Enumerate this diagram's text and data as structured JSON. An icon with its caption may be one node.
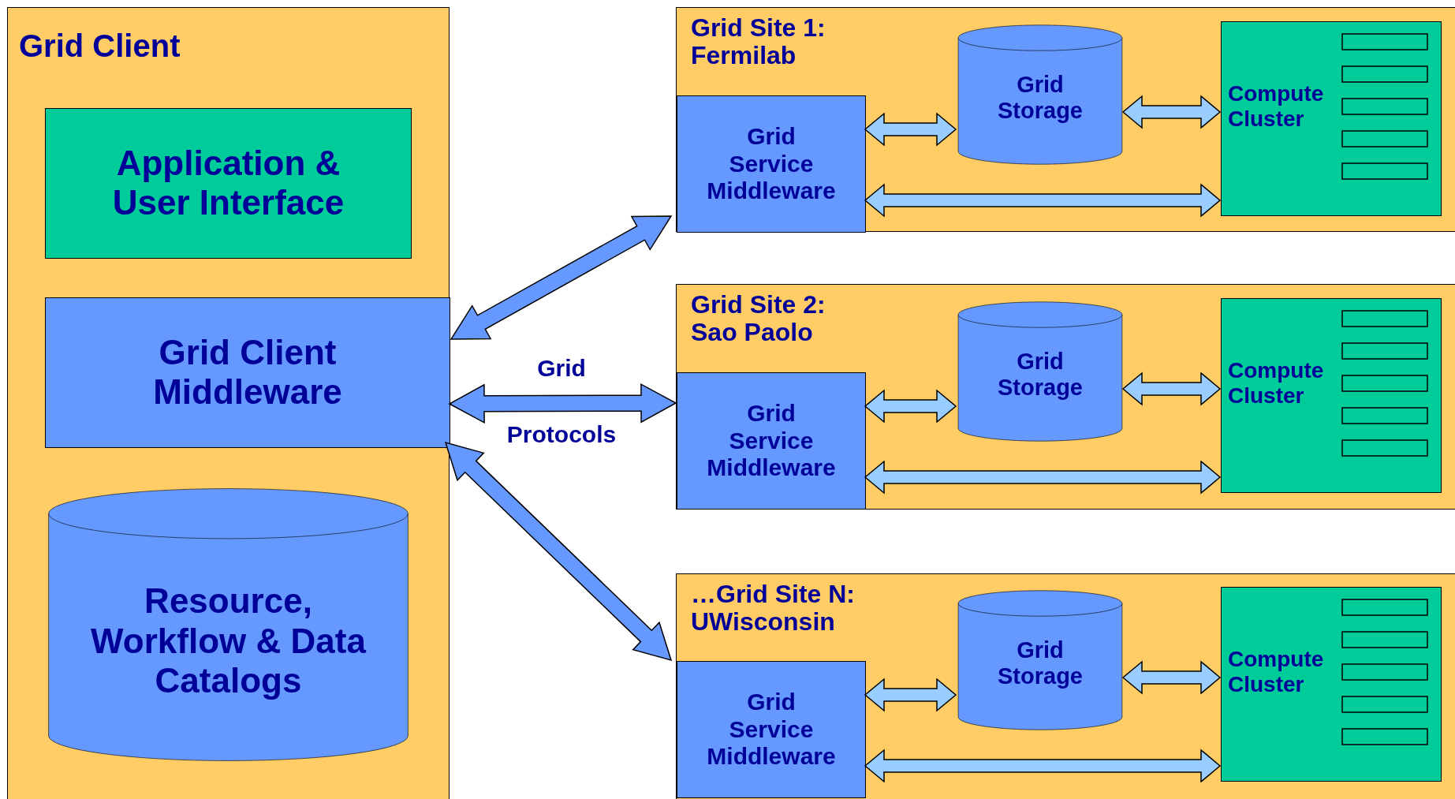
{
  "diagram": {
    "nodes": [
      {
        "text": [
          "Grid Client"
        ]
      },
      {
        "text": [
          "Application & User Interface"
        ],
        "in": 0
      },
      {
        "text": [
          "Grid Client Middleware"
        ],
        "in": 0
      },
      {
        "text": [
          "Resource, Workflow & Data Catalogs"
        ],
        "in": 0
      },
      {
        "text": [
          "Grid Site 1: Fermilab"
        ]
      },
      {
        "text": [
          "Grid Service Middleware"
        ],
        "in": 4
      },
      {
        "text": [
          "Grid Storage"
        ],
        "in": 4
      },
      {
        "text": [
          "Compute Cluster"
        ],
        "in": 4
      },
      {
        "text": [
          "Grid Site 2: Sao Paolo"
        ]
      },
      {
        "text": [
          "Grid Service Middleware"
        ],
        "in": 8
      },
      {
        "text": [
          "Grid Storage"
        ],
        "in": 8
      },
      {
        "text": [
          "Compute Cluster"
        ],
        "in": 8
      },
      {
        "text": [
          "…Grid Site N: UWisconsin"
        ]
      },
      {
        "text": [
          "Grid Service Middleware"
        ],
        "in": 12
      },
      {
        "text": [
          "Grid Storage"
        ],
        "in": 12
      },
      {
        "text": [
          "Compute Cluster"
        ],
        "in": 12
      }
    ],
    "edges": [
      {
        "from": 2,
        "to": 5,
        "arrow": "both",
        "color": "#6699ff"
      },
      {
        "from": 2,
        "to": 9,
        "arrow": "both",
        "color": "#6699ff"
      },
      {
        "from": 2,
        "to": 13,
        "arrow": "both",
        "color": "#6699ff"
      },
      {
        "from": 5,
        "to": 6,
        "arrow": "both"
      },
      {
        "from": 6,
        "to": 7,
        "arrow": "both"
      },
      {
        "from": 5,
        "to": 7,
        "arrow": "both"
      },
      {
        "from": 9,
        "to": 10,
        "arrow": "both"
      },
      {
        "from": 10,
        "to": 11,
        "arrow": "both"
      },
      {
        "from": 9,
        "to": 11,
        "arrow": "both"
      },
      {
        "from": 13,
        "to": 14,
        "arrow": "both"
      },
      {
        "from": 14,
        "to": 15,
        "arrow": "both"
      },
      {
        "from": 13,
        "to": 15,
        "arrow": "both"
      }
    ],
    "labels": [
      "Grid",
      "Protocols"
    ]
  }
}
